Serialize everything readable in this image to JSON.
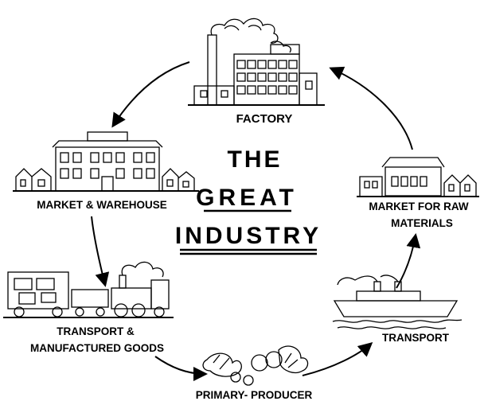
{
  "title": {
    "line1": "THE",
    "line2": "GREAT",
    "line3": "INDUSTRY"
  },
  "nodes": {
    "factory": "FACTORY",
    "market_warehouse": "MARKET & WAREHOUSE",
    "transport_goods_1": "TRANSPORT &",
    "transport_goods_2": "MANUFACTURED  GOODS",
    "primary_producer": "PRIMARY- PRODUCER",
    "transport": "TRANSPORT",
    "market_raw_1": "MARKET FOR  RAW",
    "market_raw_2": "MATERIALS"
  }
}
